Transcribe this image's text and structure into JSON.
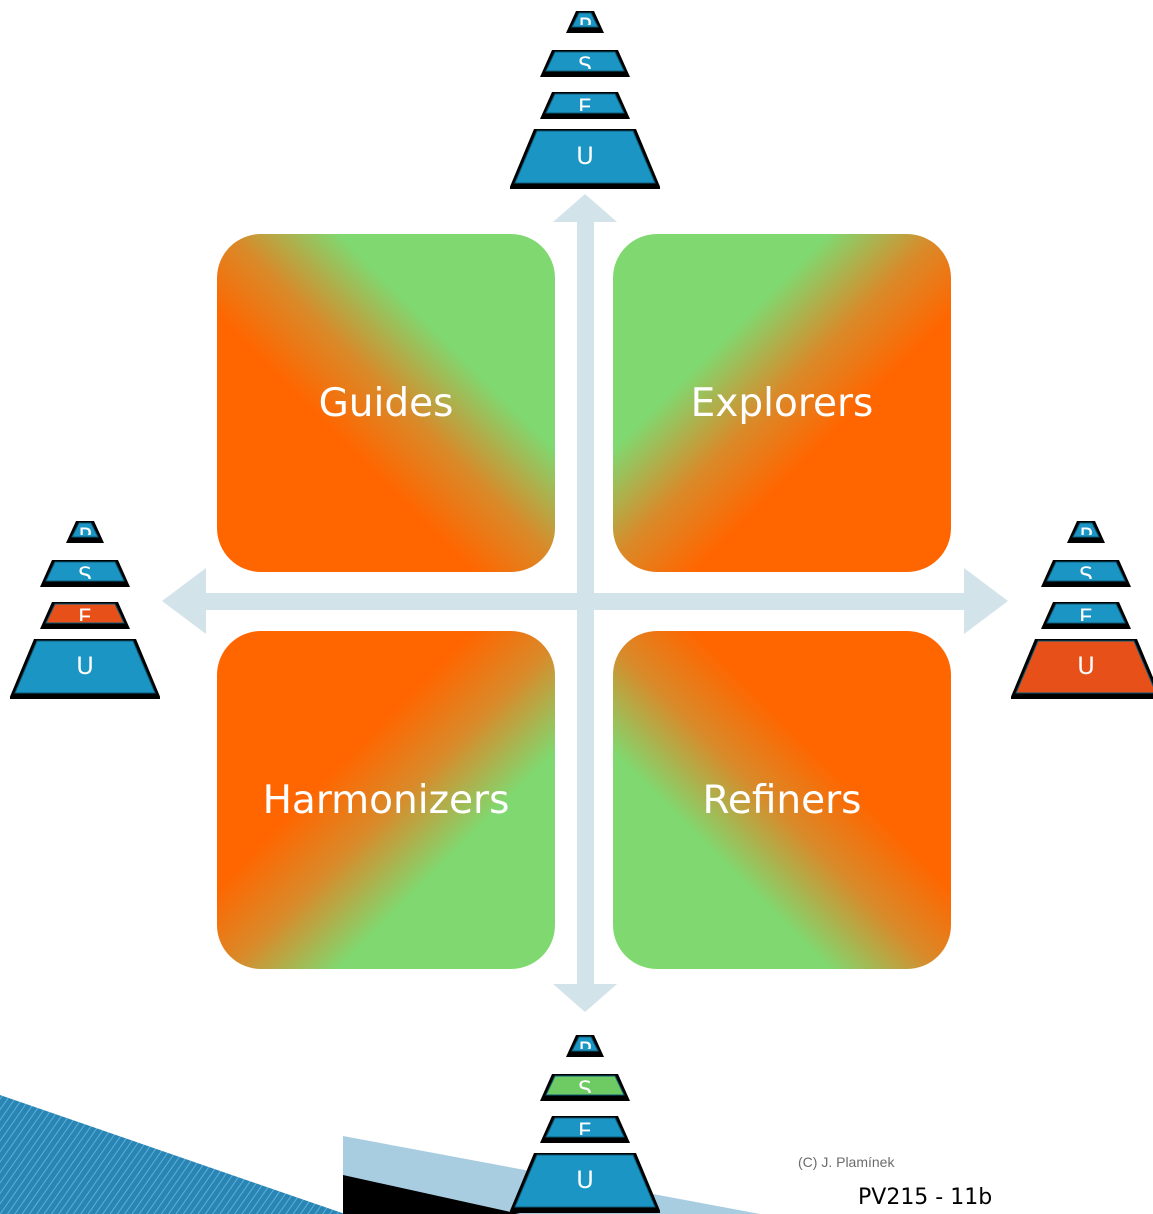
{
  "quadrants": {
    "guides": "Guides",
    "explorers": "Explorers",
    "harmonizers": "Harmonizers",
    "refiners": "Refiners"
  },
  "pyramid_levels": [
    "P",
    "S",
    "E",
    "U"
  ],
  "pyramids": {
    "top": {
      "highlight": "none"
    },
    "left": {
      "highlight": "E"
    },
    "right": {
      "highlight": "U"
    },
    "bottom": {
      "highlight": "S"
    }
  },
  "colors": {
    "level_blue": "#1b96c4",
    "highlight_orange": "#e8501a",
    "highlight_green": "#6ecb63",
    "arrow": "#d3e3ea"
  },
  "footer": {
    "copyright": "(C) J. Plamínek",
    "slide_id": "PV215 - 11b"
  }
}
